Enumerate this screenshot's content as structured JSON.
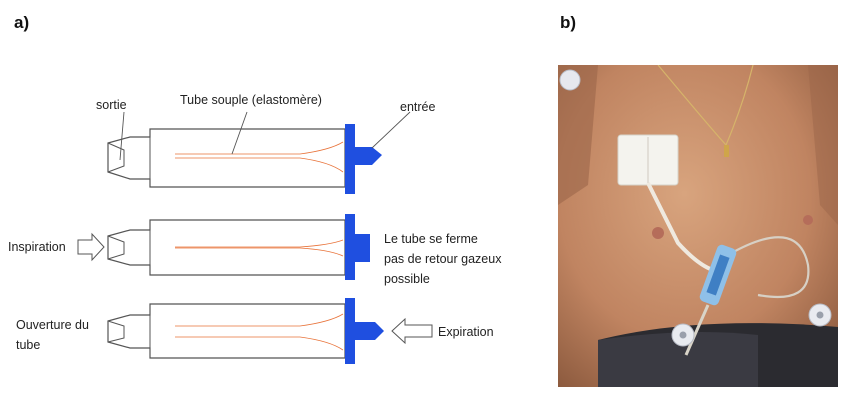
{
  "panels": {
    "a": "a)",
    "b": "b)"
  },
  "diagram": {
    "top": {
      "label_outlet": "sortie",
      "label_tube": "Tube souple (elastomère)",
      "label_inlet": "entrée"
    },
    "middle": {
      "label_left": "Inspiration",
      "note_lines": [
        "Le tube se ferme",
        "pas de retour gazeux",
        "possible"
      ]
    },
    "bottom": {
      "label_left_lines": [
        "Ouverture du",
        "tube"
      ],
      "label_right": "Expiration"
    }
  },
  "colors": {
    "valve_blue": "#1f4fe0",
    "tube_orange": "#e8733a",
    "outline": "#555555"
  }
}
